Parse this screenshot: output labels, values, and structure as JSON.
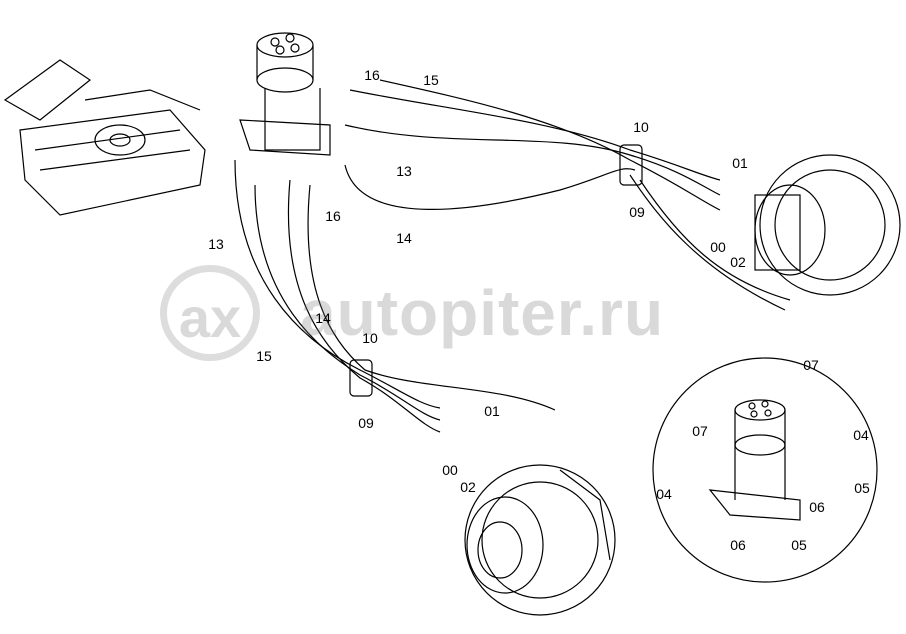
{
  "watermark": {
    "logo": "ax",
    "text": "autopiter.ru"
  },
  "labels": {
    "upper": [
      "16",
      "15",
      "13",
      "10",
      "01",
      "09",
      "14",
      "16",
      "13",
      "00",
      "02"
    ],
    "lower": [
      "14",
      "10",
      "15",
      "09",
      "01",
      "00",
      "02"
    ],
    "inset": [
      "07",
      "07",
      "04",
      "04",
      "05",
      "06",
      "06",
      "05"
    ]
  }
}
